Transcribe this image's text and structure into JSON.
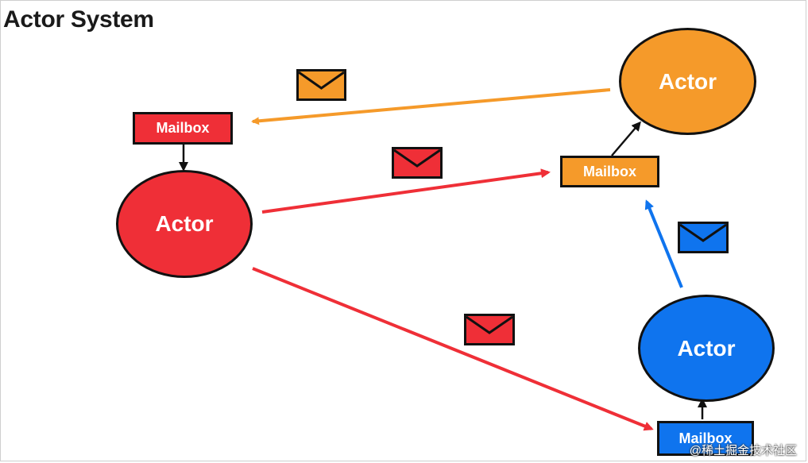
{
  "title": "Actor System",
  "colors": {
    "red": "#ef2f37",
    "orange": "#f59a2a",
    "blue": "#0f74ee",
    "outline": "#111111"
  },
  "nodes": {
    "actor_red": {
      "label": "Actor",
      "color": "red"
    },
    "actor_orange": {
      "label": "Actor",
      "color": "orange"
    },
    "actor_blue": {
      "label": "Actor",
      "color": "blue"
    },
    "mailbox_red": {
      "label": "Mailbox",
      "color": "red"
    },
    "mailbox_orange": {
      "label": "Mailbox",
      "color": "orange"
    },
    "mailbox_blue": {
      "label": "Mailbox",
      "color": "blue"
    }
  },
  "edges": [
    {
      "from": "actor_orange",
      "to": "mailbox_red",
      "color": "orange",
      "message": "envelope"
    },
    {
      "from": "actor_red",
      "to": "mailbox_orange",
      "color": "red",
      "message": "envelope"
    },
    {
      "from": "actor_red",
      "to": "mailbox_blue",
      "color": "red",
      "message": "envelope"
    },
    {
      "from": "actor_blue",
      "to": "mailbox_orange",
      "color": "blue",
      "message": "envelope"
    },
    {
      "from": "mailbox_red",
      "to": "actor_red",
      "color": "outline"
    },
    {
      "from": "mailbox_orange",
      "to": "actor_orange",
      "color": "outline"
    },
    {
      "from": "mailbox_blue",
      "to": "actor_blue",
      "color": "outline"
    }
  ],
  "watermark": "@稀土掘金技术社区"
}
